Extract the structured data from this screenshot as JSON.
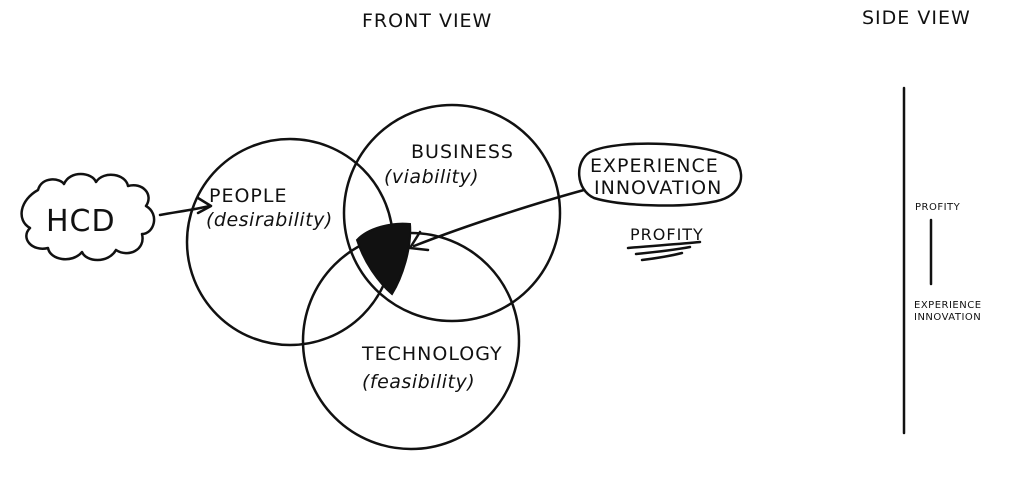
{
  "titles": {
    "front": "FRONT VIEW",
    "side": "SIDE VIEW"
  },
  "hcd": "HCD",
  "circles": {
    "people": {
      "name": "PEOPLE",
      "quality": "(desirability)"
    },
    "business": {
      "name": "BUSINESS",
      "quality": "(viability)"
    },
    "technology": {
      "name": "TECHNOLOGY",
      "quality": "(feasibility)"
    }
  },
  "callout": {
    "line1": "EXPERIENCE",
    "line2": "INNOVATION"
  },
  "profity": "PROFITY",
  "side_view": {
    "profity": "PROFITY",
    "experience_line1": "EXPERIENCE",
    "experience_line2": "INNOVATION"
  },
  "colors": {
    "ink": "#111111",
    "paper": "#ffffff"
  }
}
